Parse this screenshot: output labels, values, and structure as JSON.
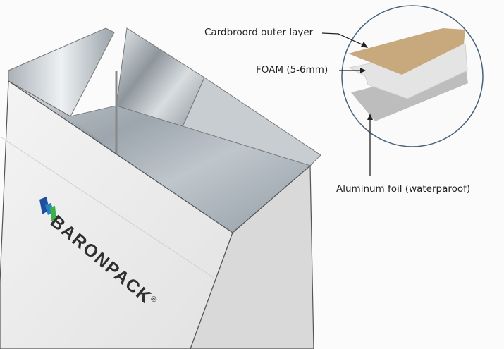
{
  "labels": {
    "outer_layer": "Cardbroord outer layer",
    "foam": "FOAM (5-6mm)",
    "foil": "Aluminum foil (waterparoof)"
  },
  "brand": {
    "name": "BARONPACK",
    "mark": "®"
  },
  "colors": {
    "cardboard": "#c8a97e",
    "foam": "#e4e4e4",
    "foil": "#bdbdbd",
    "circle": "#4a6378",
    "logo_blue": "#1f4fa0",
    "logo_green": "#3cb14a"
  }
}
